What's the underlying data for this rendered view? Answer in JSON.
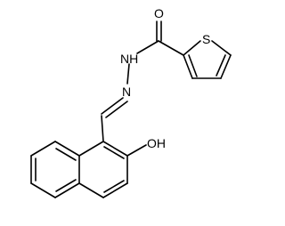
{
  "molecule": {
    "labels": {
      "oxygen_carbonyl": "O",
      "nh": "NH",
      "n_imine": "N",
      "sulfur": "S",
      "hydroxyl": "OH"
    }
  }
}
